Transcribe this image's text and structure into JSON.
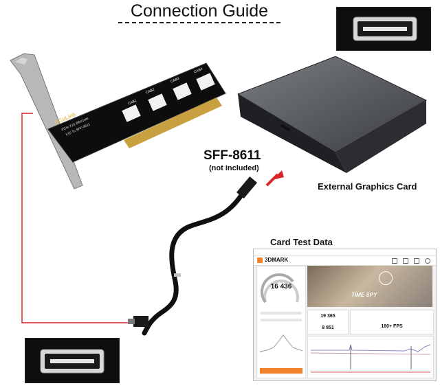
{
  "header": {
    "title": "Connection Guide"
  },
  "connector": {
    "name": "SFF-8611",
    "note": "(not included)"
  },
  "labels": {
    "egc": "External Graphics Card",
    "test_data": "Card Test Data"
  },
  "pcie_card": {
    "brand": "OCuLink",
    "desc_line1": "PCIe X16 Bifurcate",
    "desc_line2": "X16 To SFF-8611",
    "port_labels": [
      "CAB1",
      "CAB2",
      "CAB3",
      "CAB4"
    ]
  },
  "benchmark": {
    "app_name": "3DMARK",
    "test_name": "TIME SPY",
    "score": "16 436",
    "graphics_score": "19 365",
    "cpu_score": "8 851",
    "fps": "180+ FPS"
  },
  "colors": {
    "accent_red": "#d9262a",
    "card_black": "#0d0d0d",
    "gold": "#c8a040",
    "progress_orange": "#f0822c"
  }
}
